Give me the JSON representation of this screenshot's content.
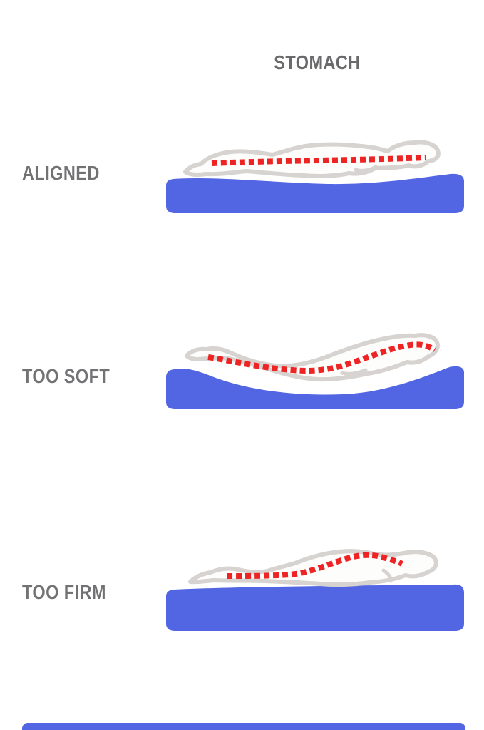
{
  "title": "STOMACH",
  "rows": [
    {
      "label": "ALIGNED",
      "figure_name": "stomach-sleeper-spine-straight-on-mattress"
    },
    {
      "label": "TOO SOFT",
      "figure_name": "stomach-sleeper-spine-sagging-into-mattress"
    },
    {
      "label": "TOO FIRM",
      "figure_name": "stomach-sleeper-spine-arched-on-flat-mattress"
    }
  ],
  "colors": {
    "mattress_blue": "#5265E2",
    "spine_red": "#EE2424",
    "body_outline_gray": "#D6D3D0",
    "body_fill": "#FDFDFB",
    "title_text_gray": "#6A696C",
    "label_text_gray": "#727174",
    "background": "#FFFFFF"
  }
}
